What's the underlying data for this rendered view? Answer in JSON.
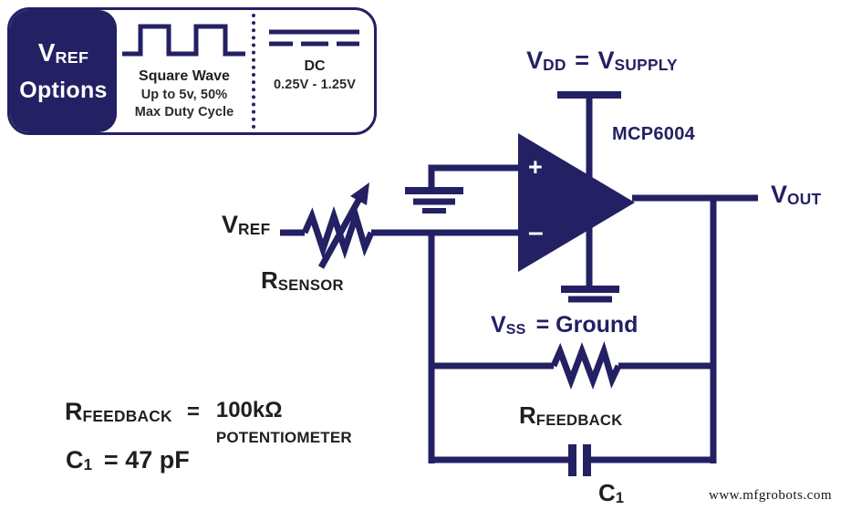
{
  "colors": {
    "navy": "#232063",
    "ink": "#221e1f",
    "white": "#ffffff"
  },
  "options_box": {
    "title_v": "V",
    "title_v_sub": "REF",
    "title_line2": "Options",
    "square_wave": {
      "title": "Square Wave",
      "line1": "Up to 5v, 50%",
      "line2": "Max Duty Cycle"
    },
    "dc": {
      "title": "DC",
      "range": "0.25V - 1.25V"
    }
  },
  "circuit": {
    "supply": {
      "v1": "V",
      "v1_sub": "DD",
      "eq": "=",
      "v2": "V",
      "v2_sub": "SUPPLY"
    },
    "part_number": "MCP6004",
    "plus": "+",
    "minus": "–",
    "vout": {
      "v": "V",
      "sub": "OUT"
    },
    "vref": {
      "v": "V",
      "sub": "REF"
    },
    "rsensor": {
      "r": "R",
      "sub": "SENSOR"
    },
    "vss": {
      "v": "V",
      "sub": "SS",
      "rest": "= Ground"
    },
    "rfeedback": {
      "r": "R",
      "sub": "FEEDBACK"
    },
    "c1": {
      "c": "C",
      "sub": "1"
    }
  },
  "notes": {
    "rfeedback_value": {
      "r": "R",
      "sub": "FEEDBACK",
      "eq": "=",
      "value": "100kΩ",
      "value_note": "POTENTIOMETER"
    },
    "c1_value": {
      "c": "C",
      "sub": "1",
      "rest": "= 47 pF"
    }
  },
  "watermark": "www.mfgrobots.com"
}
